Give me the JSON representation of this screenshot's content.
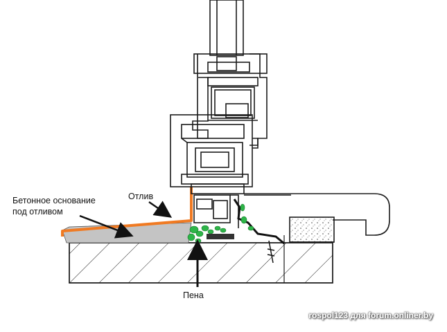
{
  "labels": {
    "base_line1": "Бетонное основание",
    "base_line2": "под отливом",
    "sill": "Отлив",
    "foam": "Пена"
  },
  "watermark": "rospol123 для forum.onliner.by",
  "colors": {
    "sill_orange": "#f07a22",
    "foam_green": "#2db548",
    "concrete_gray": "#c4c4c4",
    "outline": "#1a1a1a"
  }
}
